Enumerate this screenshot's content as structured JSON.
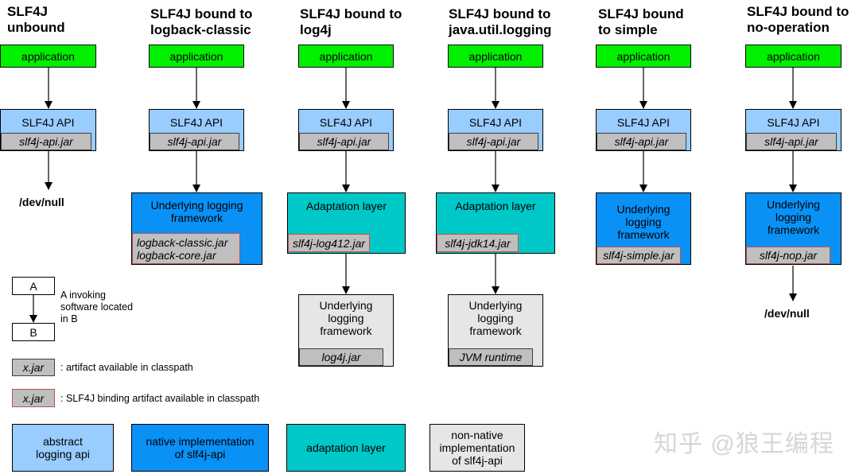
{
  "columns": [
    {
      "title1": "SLF4J",
      "title2": "unbound",
      "app": "application",
      "api": "SLF4J API",
      "api_jar": "slf4j-api.jar",
      "devnull": "/dev/null"
    },
    {
      "title1": "SLF4J bound to",
      "title2": "logback-classic",
      "app": "application",
      "api": "SLF4J API",
      "api_jar": "slf4j-api.jar",
      "impl_lines": [
        "Underlying logging",
        "framework"
      ],
      "jar_lines": [
        "logback-classic.jar",
        "logback-core.jar"
      ]
    },
    {
      "title1": "SLF4J bound to",
      "title2": "log4j",
      "app": "application",
      "api": "SLF4J API",
      "api_jar": "slf4j-api.jar",
      "adapt": "Adaptation layer",
      "adapt_jar": "slf4j-log412.jar",
      "fw_lines": [
        "Underlying",
        "logging",
        "framework"
      ],
      "fw_jar": "log4j.jar"
    },
    {
      "title1": "SLF4J bound to",
      "title2": "java.util.logging",
      "app": "application",
      "api": "SLF4J API",
      "api_jar": "slf4j-api.jar",
      "adapt": "Adaptation layer",
      "adapt_jar": "slf4j-jdk14.jar",
      "fw_lines": [
        "Underlying",
        "logging",
        "framework"
      ],
      "fw_jar": "JVM runtime"
    },
    {
      "title1": "SLF4J bound",
      "title2": "to simple",
      "app": "application",
      "api": "SLF4J API",
      "api_jar": "slf4j-api.jar",
      "impl_lines": [
        "Underlying",
        "logging",
        "framework"
      ],
      "impl_jar": "slf4j-simple.jar"
    },
    {
      "title1": "SLF4J bound to",
      "title2": "no-operation",
      "app": "application",
      "api": "SLF4J API",
      "api_jar": "slf4j-api.jar",
      "impl_lines": [
        "Underlying",
        "logging",
        "framework"
      ],
      "impl_jar": "slf4j-nop.jar",
      "devnull": "/dev/null"
    }
  ],
  "legend": {
    "box_a": "A",
    "box_b": "B",
    "invoking_lines": [
      "A invoking",
      "software located",
      "in B"
    ],
    "jar_label": "x.jar",
    "artifact_text": ": artifact available in classpath",
    "binding_text": ": SLF4J binding artifact available in classpath",
    "swatches": [
      {
        "lines": [
          "abstract",
          "logging api"
        ]
      },
      {
        "lines": [
          "native implementation",
          "of slf4j-api"
        ]
      },
      {
        "lines": [
          "adaptation layer"
        ]
      },
      {
        "lines": [
          "non-native",
          "implementation",
          "of slf4j-api"
        ]
      }
    ]
  },
  "watermark": "知乎 @狼王编程",
  "colors": {
    "application": "#00f000",
    "abstract_api": "#99ccff",
    "native_impl": "#0a91f5",
    "adaptation": "#00c8c8",
    "non_native": "#e6e6e6",
    "jar": "#bfbfbf",
    "binding_border": "#c0504d"
  }
}
